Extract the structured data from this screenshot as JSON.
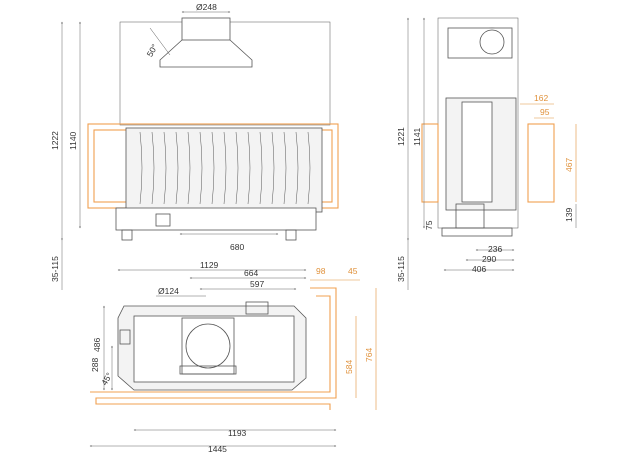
{
  "colors": {
    "outline": "#555555",
    "orange": "#f0a050",
    "orange_text": "#e0913a",
    "dimension": "#666666"
  },
  "front": {
    "d_flue": "Ø248",
    "angle": "50°",
    "h_total": "1222",
    "h_body": "1140",
    "h_feet": "35-115",
    "w_base": "680"
  },
  "side": {
    "h_total": "1221",
    "h_body": "1141",
    "h_feet": "35-115",
    "d1": "162",
    "d2": "95",
    "d3": "467",
    "d4": "139",
    "d5": "75",
    "w1": "236",
    "w2": "290",
    "w3": "406"
  },
  "top": {
    "w_body": "1129",
    "w_mid": "664",
    "w_inner": "597",
    "d_flue": "Ø124",
    "o1": "98",
    "o2": "45",
    "depth": "486",
    "h_inner": "288",
    "angle": "45°",
    "o_depth": "584",
    "o_depth2": "764",
    "w_o1": "1193",
    "w_o2": "1445"
  }
}
